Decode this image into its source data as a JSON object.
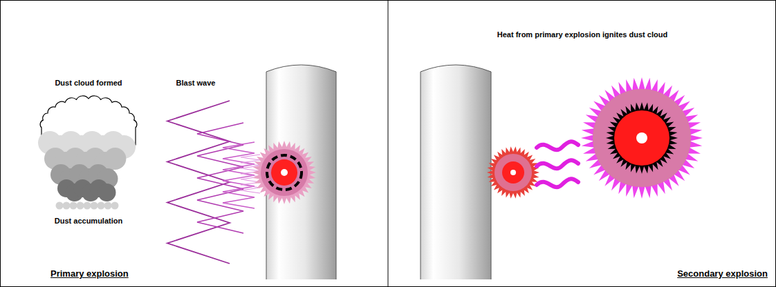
{
  "diagram": {
    "labels": [
      "Dust cloud formed",
      "Blast wave",
      "Dust accumulation",
      "Primary explosion",
      "Heat from primary explosion ignites dust cloud",
      "Secondary explosion"
    ]
  }
}
